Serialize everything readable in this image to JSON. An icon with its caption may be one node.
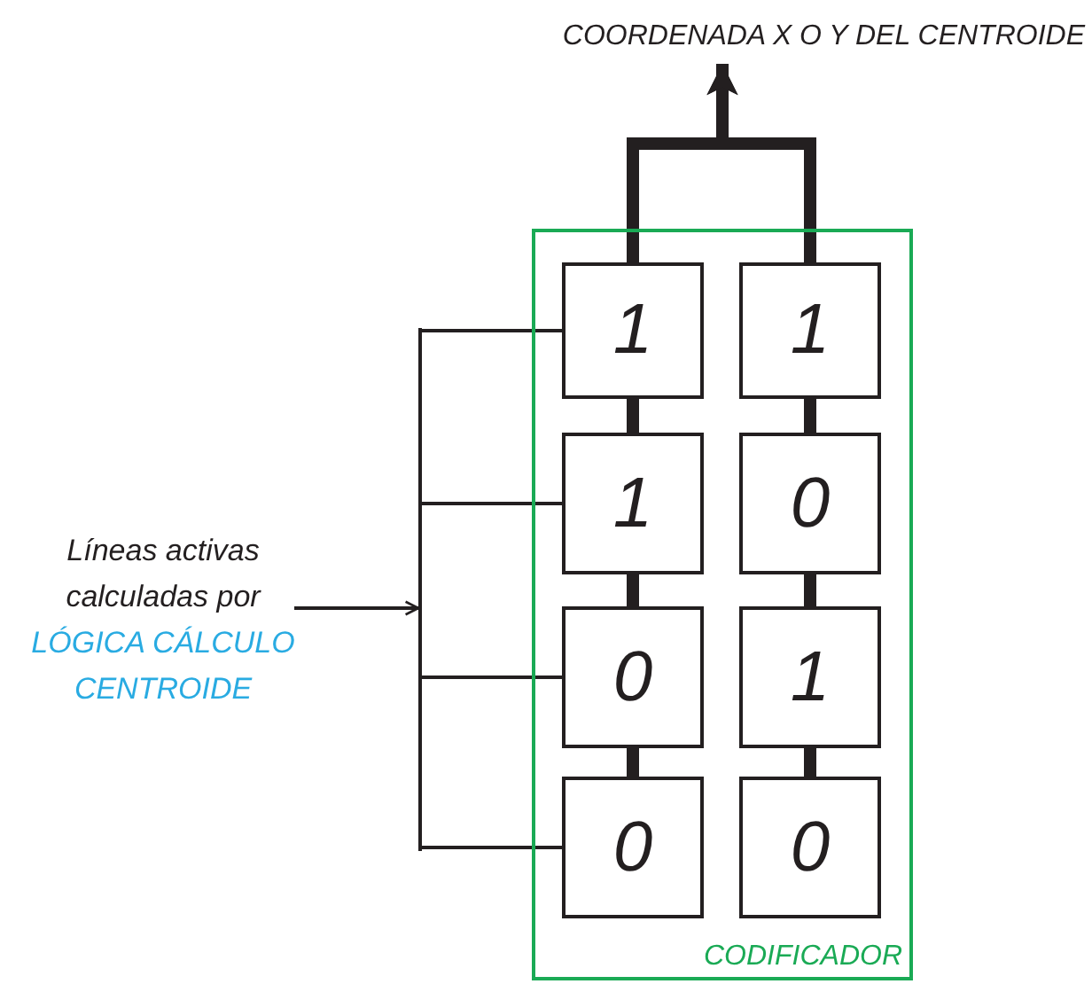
{
  "diagram": {
    "nodes": [
      {
        "text": [
          "CODIFICADOR"
        ]
      },
      {
        "text": [
          "1"
        ],
        "in": 0
      },
      {
        "text": [
          "1"
        ],
        "in": 0
      },
      {
        "text": [
          "1"
        ],
        "in": 0
      },
      {
        "text": [
          "0"
        ],
        "in": 0
      },
      {
        "text": [
          "0"
        ],
        "in": 0
      },
      {
        "text": [
          "1"
        ],
        "in": 0
      },
      {
        "text": [
          "0"
        ],
        "in": 0
      },
      {
        "text": [
          "0"
        ],
        "in": 0
      },
      {
        "text": [
          "COORDENADA X O Y DEL CENTROIDE"
        ]
      },
      {
        "text": [
          "Líneas activas calculadas por",
          "LÓGICA CÁLCULO CENTROIDE"
        ]
      },
      {
        "text": [],
        "shape": "bar"
      }
    ],
    "edges": [
      {
        "from": 1,
        "to": 3,
        "arrow": "none"
      },
      {
        "from": 3,
        "to": 5,
        "arrow": "none"
      },
      {
        "from": 5,
        "to": 7,
        "arrow": "none"
      },
      {
        "from": 2,
        "to": 4,
        "arrow": "none"
      },
      {
        "from": 4,
        "to": 6,
        "arrow": "none"
      },
      {
        "from": 6,
        "to": 8,
        "arrow": "none"
      },
      {
        "from": 1,
        "to": 9,
        "arrow": "to"
      },
      {
        "from": 2,
        "to": 9,
        "arrow": "to"
      },
      {
        "from": 10,
        "to": 11,
        "arrow": "to"
      },
      {
        "from": 11,
        "to": 1,
        "arrow": "none"
      },
      {
        "from": 11,
        "to": 3,
        "arrow": "none"
      },
      {
        "from": 11,
        "to": 5,
        "arrow": "none"
      },
      {
        "from": 11,
        "to": 7,
        "arrow": "none"
      }
    ]
  }
}
